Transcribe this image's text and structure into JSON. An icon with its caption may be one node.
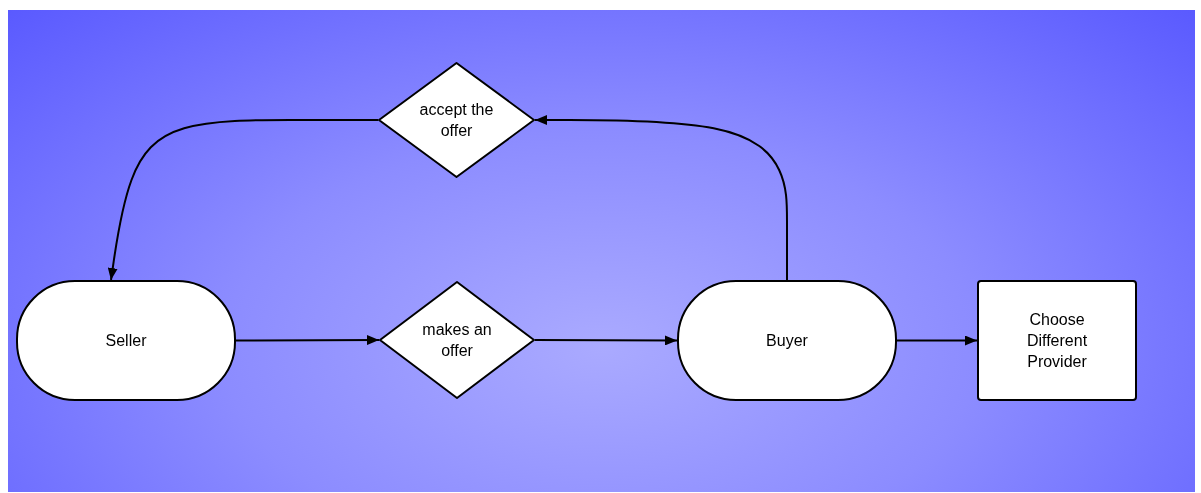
{
  "diagram": {
    "nodes": [
      {
        "text": [
          "Seller"
        ]
      },
      {
        "text": [
          "makes an offer"
        ]
      },
      {
        "text": [
          "Buyer"
        ]
      },
      {
        "text": [
          "Choose Different Provider"
        ]
      },
      {
        "text": [
          "accept the offer"
        ]
      }
    ],
    "edges": [
      {
        "from": 0,
        "to": 1,
        "arrow": "to"
      },
      {
        "from": 1,
        "to": 2,
        "arrow": "to"
      },
      {
        "from": 2,
        "to": 3,
        "arrow": "to"
      },
      {
        "from": 2,
        "to": 4,
        "arrow": "to"
      },
      {
        "from": 4,
        "to": 0,
        "arrow": "to"
      }
    ]
  }
}
